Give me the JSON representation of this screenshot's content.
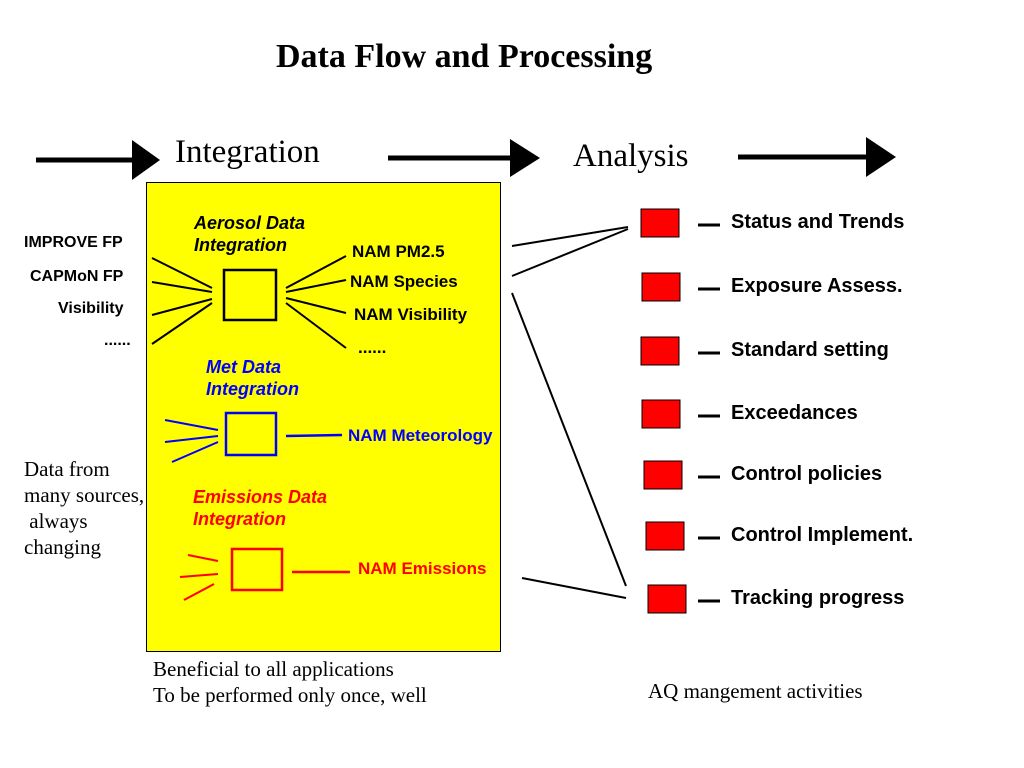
{
  "title": "Data Flow and Processing",
  "stages": {
    "integration": "Integration",
    "analysis": "Analysis"
  },
  "colors": {
    "panel": "#ffff00",
    "aerosol": "#000000",
    "met": "#0000ff",
    "emissions": "#ff0000",
    "activity_box": "#ff0000"
  },
  "sources": [
    "IMPROVE FP",
    "CAPMoN FP",
    "Visibility",
    "......"
  ],
  "source_note": "Data from\nmany sources,\n always\nchanging",
  "aerosol": {
    "label": "Aerosol Data\nIntegration",
    "outputs": [
      "NAM PM2.5",
      "NAM Species",
      "NAM Visibility",
      "......"
    ]
  },
  "met": {
    "label": "Met Data\nIntegration",
    "output": "NAM Meteorology"
  },
  "emissions": {
    "label": "Emissions Data\nIntegration",
    "output": "NAM Emissions"
  },
  "integration_note": "Beneficial to all applications\nTo be performed only once, well",
  "activities": [
    "Status and Trends",
    "Exposure Assess.",
    "Standard setting",
    "Exceedances",
    "Control policies",
    "Control Implement.",
    "Tracking progress"
  ],
  "activities_caption": "AQ mangement activities"
}
